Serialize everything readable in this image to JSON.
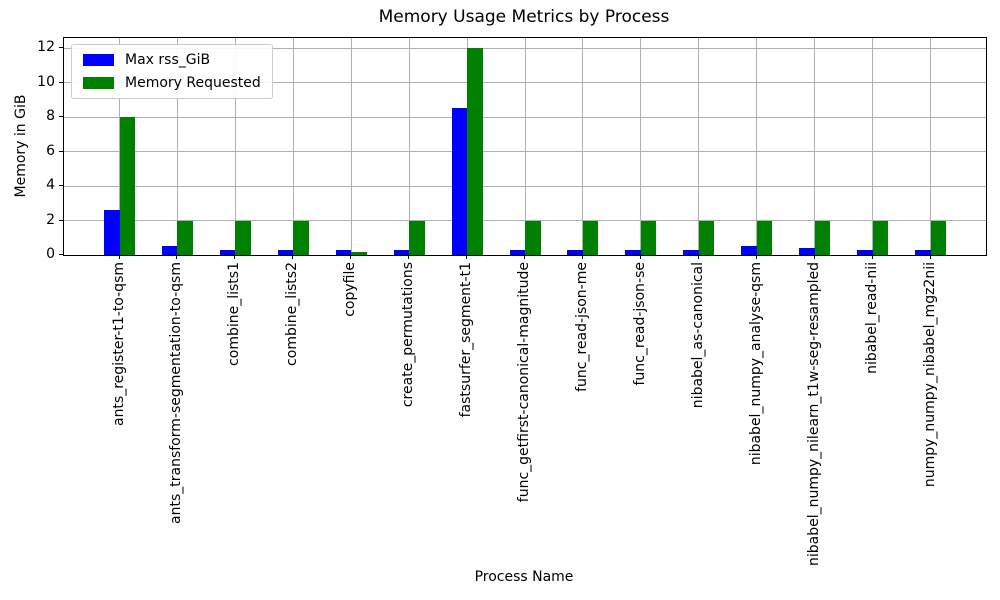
{
  "chart_data": {
    "type": "bar",
    "title": "Memory Usage Metrics by Process",
    "xlabel": "Process Name",
    "ylabel": "Memory in GiB",
    "categories": [
      "ants_register-t1-to-qsm",
      "ants_transform-segmentation-to-qsm",
      "combine_lists1",
      "combine_lists2",
      "copyfile",
      "create_permutations",
      "fastsurfer_segment-t1",
      "func_getfirst-canonical-magnitude",
      "func_read-json-me",
      "func_read-json-se",
      "nibabel_as-canonical",
      "nibabel_numpy_analyse-qsm",
      "nibabel_numpy_nilearn_t1w-seg-resampled",
      "nibabel_read-nii",
      "numpy_numpy_nibabel_mgz2nii"
    ],
    "series": [
      {
        "name": "Max rss_GiB",
        "color": "#0000ff",
        "values": [
          2.6,
          0.55,
          0.3,
          0.3,
          0.3,
          0.3,
          8.55,
          0.3,
          0.3,
          0.3,
          0.3,
          0.5,
          0.4,
          0.3,
          0.3
        ]
      },
      {
        "name": "Memory Requested",
        "color": "#008000",
        "values": [
          8.0,
          1.95,
          1.95,
          1.95,
          0.2,
          1.95,
          12.0,
          1.95,
          1.95,
          1.95,
          1.95,
          1.95,
          1.95,
          1.95,
          1.95
        ]
      }
    ],
    "yticks": [
      0,
      2,
      4,
      6,
      8,
      10,
      12
    ],
    "ylim": [
      0,
      12.6
    ],
    "grid": true,
    "legend_position": "upper-left"
  },
  "colors": {
    "grid": "#b0b0b0",
    "spine": "#000000",
    "background": "#ffffff"
  }
}
